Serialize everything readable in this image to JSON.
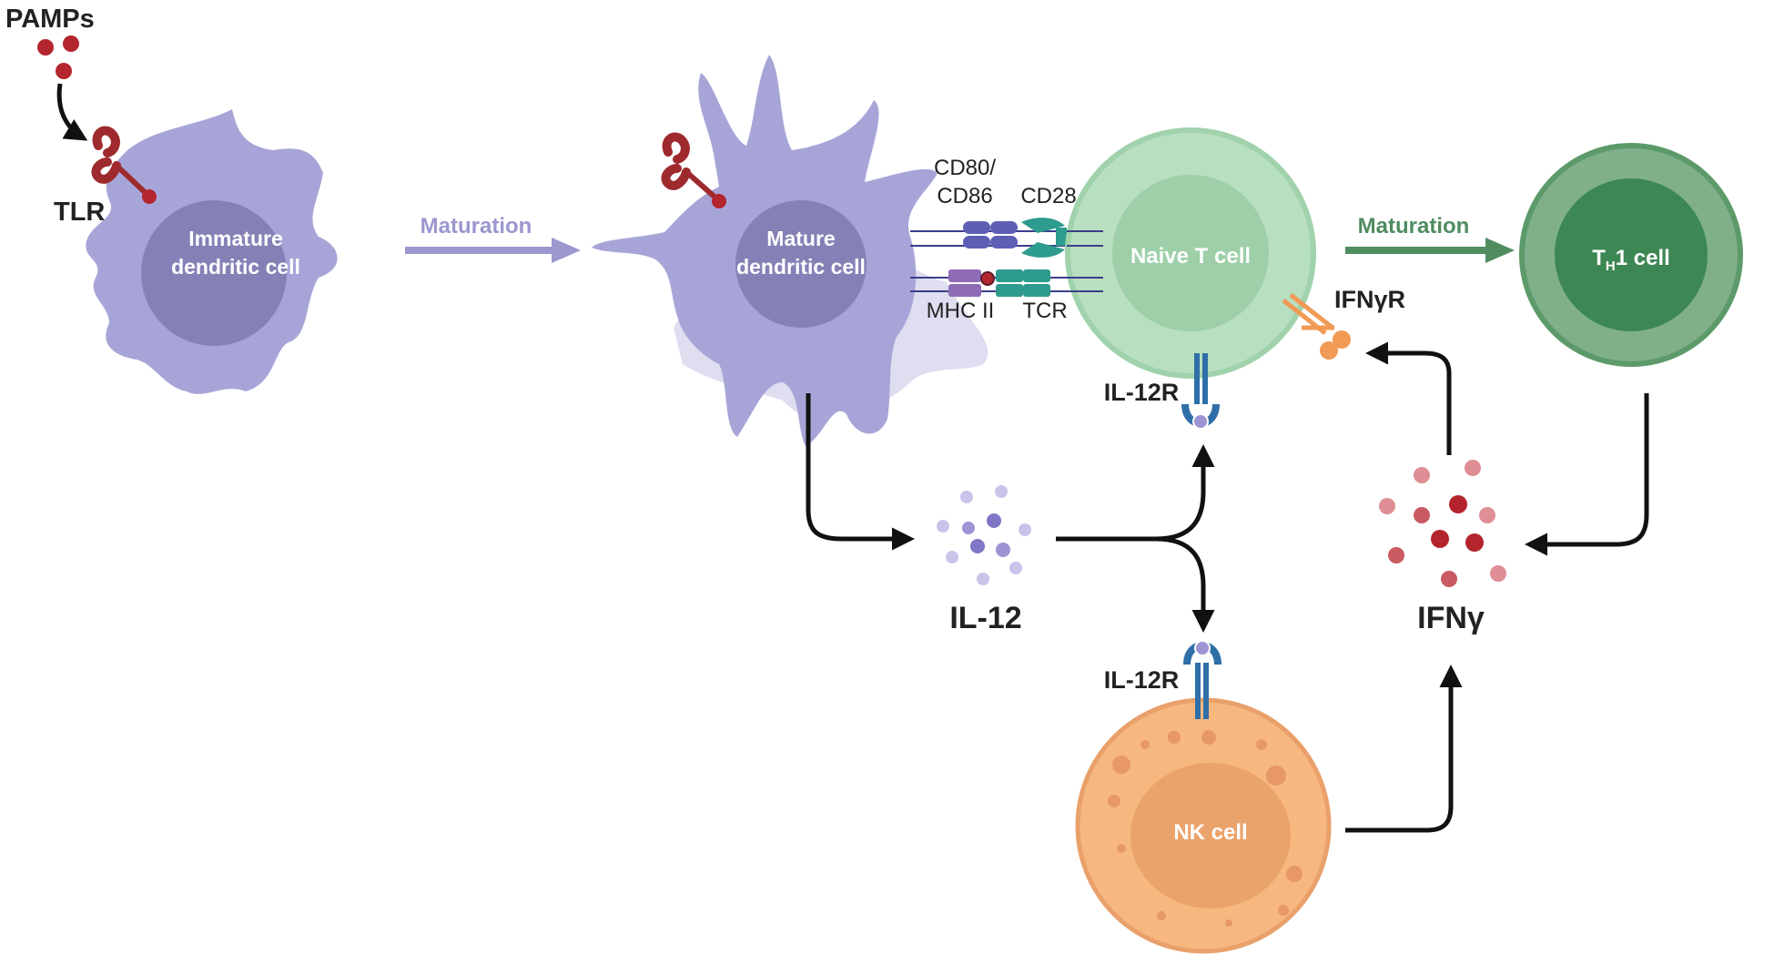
{
  "labels": {
    "pamps": "PAMPs",
    "tlr": "TLR",
    "immature_dc": [
      "Immature",
      "dendritic cell"
    ],
    "maturation_1": "Maturation",
    "mature_dc": [
      "Mature",
      "dendritic cell"
    ],
    "cd80_86": [
      "CD80/",
      "CD86"
    ],
    "cd28": "CD28",
    "mhc2": "MHC II",
    "tcr": "TCR",
    "naive_t": "Naive T cell",
    "maturation_2": "Maturation",
    "th1_main": "T",
    "th1_sub": "H",
    "th1_rest": "1 cell",
    "ifngr": "IFNγR",
    "il12r_t": "IL-12R",
    "il12": "IL-12",
    "ifng": "IFNγ",
    "il12r_nk": "IL-12R",
    "nk": "NK cell"
  },
  "colors": {
    "dc": "#a7a5d8",
    "dc_dark": "#7d79b3",
    "dc_nucleus": "#8581b6",
    "t_cell": "#b8dfc0",
    "t_cell_inner": "#9ecfa8",
    "t_cell_edge": "#a0d2ab",
    "th1": "#7fb08a",
    "th1_inner": "#3d8755",
    "th1_edge": "#5c9a69",
    "nk": "#f6b87f",
    "nk_inner": "#eba36c",
    "nk_dots": "#e79866",
    "pamp": "#b4262e",
    "tlr": "#9f2a2e",
    "il12": "#9d94d4",
    "ifng_dark": "#b3242d",
    "ifng_light": "#de8e94",
    "arrow": "#111111",
    "maturation_purple": "#9b97cf",
    "maturation_green": "#4f8d60",
    "receptor_blue": "#2f6fa8",
    "receptor_orange": "#f09a55",
    "cd80_block": "#5d5fb5",
    "cd28_teal": "#2d9b8d",
    "mhc_purple": "#8e6bb5"
  }
}
